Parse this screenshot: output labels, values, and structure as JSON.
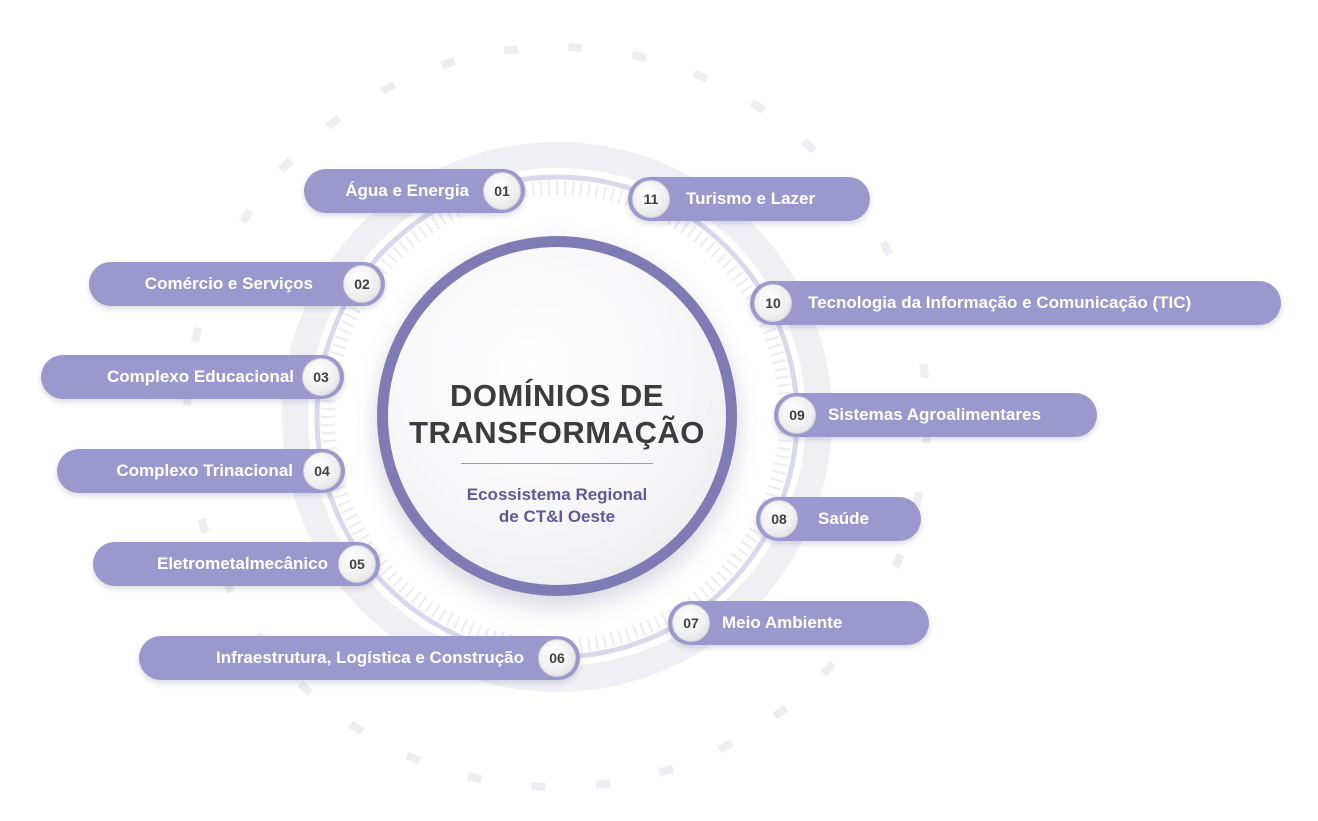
{
  "center": {
    "title_line1": "DOMÍNIOS DE",
    "title_line2": "TRANSFORMAÇÃO",
    "subtitle_line1": "Ecossistema Regional",
    "subtitle_line2": "de CT&I Oeste"
  },
  "colors": {
    "pill": "#9b98cd",
    "ring": "#7f7bb4",
    "title": "#3c3c3c",
    "subtitle": "#5e5a9a"
  },
  "domains": [
    {
      "number": "01",
      "label": "Água e Energia"
    },
    {
      "number": "02",
      "label": "Comércio e Serviços"
    },
    {
      "number": "03",
      "label": "Complexo Educacional"
    },
    {
      "number": "04",
      "label": "Complexo Trinacional"
    },
    {
      "number": "05",
      "label": "Eletrometalmecânico"
    },
    {
      "number": "06",
      "label": "Infraestrutura, Logística e Construção"
    },
    {
      "number": "07",
      "label": "Meio Ambiente"
    },
    {
      "number": "08",
      "label": "Saúde"
    },
    {
      "number": "09",
      "label": "Sistemas Agroalimentares"
    },
    {
      "number": "10",
      "label": "Tecnologia da Informação e Comunicação (TIC)"
    },
    {
      "number": "11",
      "label": "Turismo e Lazer"
    }
  ]
}
